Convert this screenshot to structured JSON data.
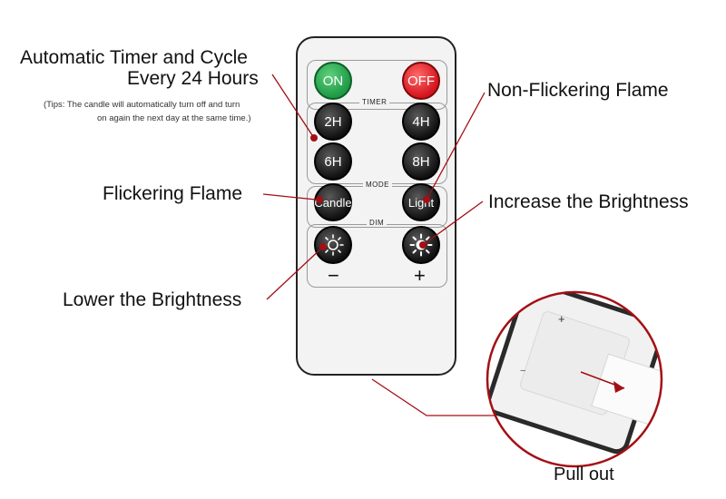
{
  "annotations": {
    "timer_title_line1": "Automatic Timer and Cycle",
    "timer_title_line2": "Every 24 Hours",
    "tips_line1": "(Tips: The candle will automatically turn off and turn",
    "tips_line2": "on again the next day at the same time.)",
    "flickering": "Flickering Flame",
    "non_flickering": "Non-Flickering Flame",
    "increase": "Increase the Brightness",
    "lower": "Lower the Brightness",
    "pull_out": "Pull out"
  },
  "remote": {
    "on_label": "ON",
    "off_label": "OFF",
    "timer_title": "TIMER",
    "timer_buttons": [
      "2H",
      "4H",
      "6H",
      "8H"
    ],
    "mode_title": "MODE",
    "candle_label": "Candle",
    "light_label": "Light",
    "dim_title": "DIM",
    "minus_sign": "−",
    "plus_sign": "+"
  },
  "inset": {
    "plus_sign": "+",
    "minus_sign": "−"
  },
  "colors": {
    "accent_red": "#a30f14",
    "on_green": "#1e9a45",
    "off_red": "#d4141d"
  },
  "icons": [
    "sun-dim-icon",
    "sun-bright-icon",
    "pull-arrow-icon"
  ]
}
